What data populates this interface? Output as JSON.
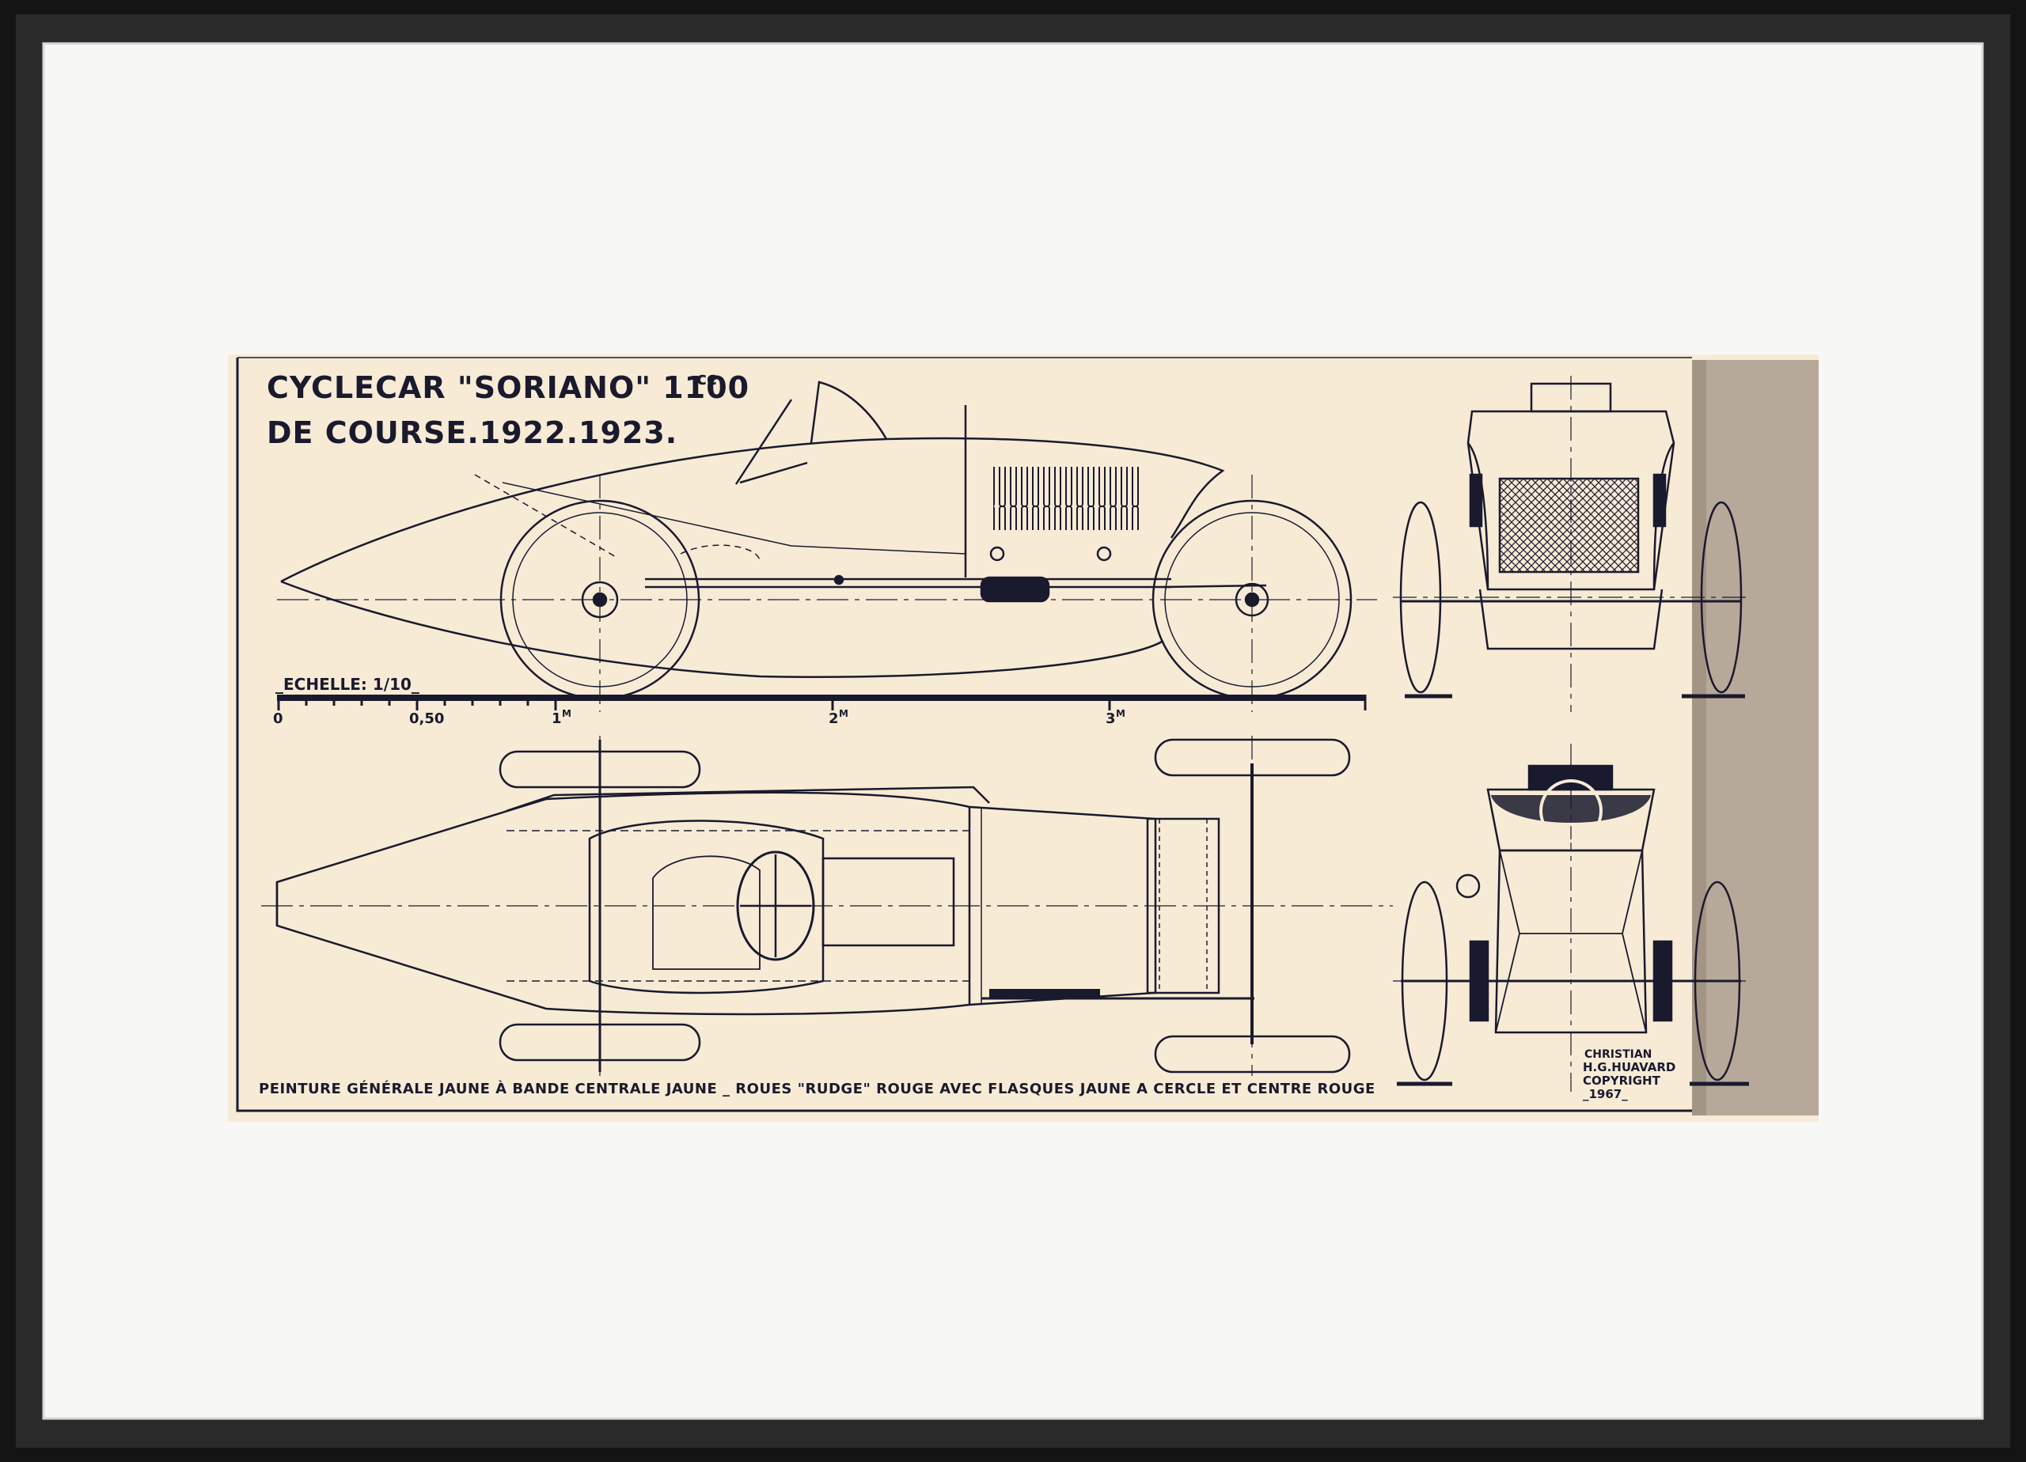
{
  "drawing": {
    "title_line1": "CYCLECAR \"SORIANO\" 1100",
    "title_cc": "cc",
    "title_line2": "DE COURSE.1922.1923.",
    "scale_label": "_ECHELLE: 1/10_",
    "scale_ticks": {
      "zero": "0",
      "half": "0,50",
      "one": "1",
      "two": "2",
      "three": "3",
      "unit": "M"
    },
    "caption": "PEINTURE GÉNÉRALE JAUNE À BANDE CENTRALE JAUNE _ ROUES \"RUDGE\" ROUGE AVEC FLASQUES JAUNE A CERCLE ET CENTRE ROUGE",
    "signature": {
      "line1": "CHRISTIAN",
      "line2": "H.G.HUAVARD",
      "line3": "COPYRIGHT",
      "line4": "_1967_"
    }
  },
  "colors": {
    "frame": "#141414",
    "mat": "#f7f7f5",
    "paper": "#f7ebd6",
    "ink": "#1a1a2e",
    "shadow_strip": "#b7a999"
  },
  "views": [
    "side-view",
    "top-view",
    "front-view",
    "rear-view"
  ]
}
